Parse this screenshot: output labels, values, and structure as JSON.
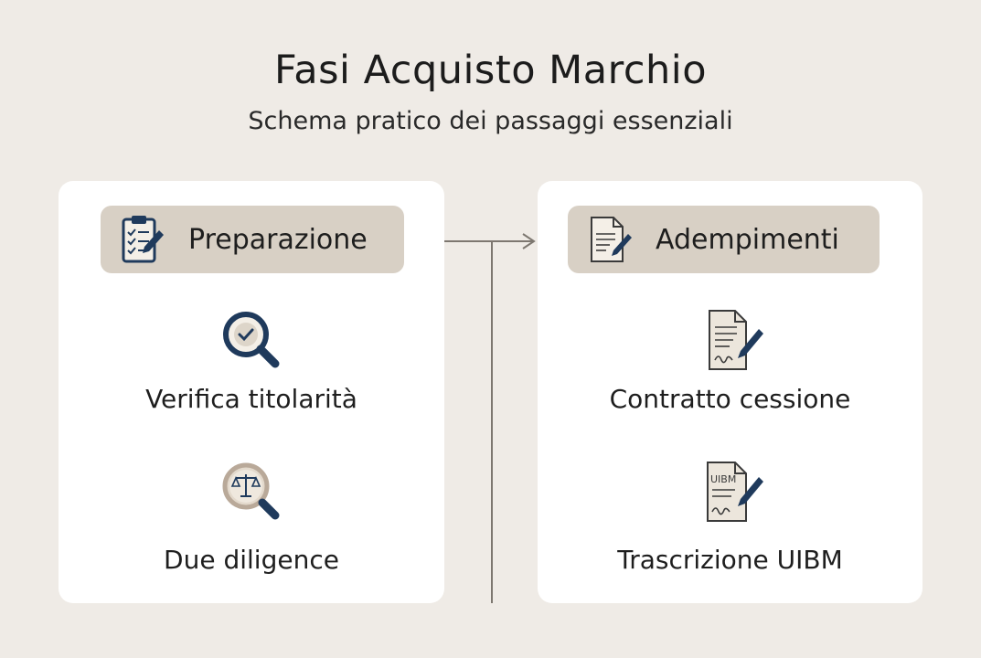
{
  "header": {
    "title": "Fasi Acquisto Marchio",
    "subtitle": "Schema pratico dei passaggi essenziali"
  },
  "columns": [
    {
      "heading": "Preparazione",
      "heading_icon": "clipboard-checklist-icon",
      "steps": [
        {
          "label": "Verifica titolarità",
          "icon": "magnifier-check-icon"
        },
        {
          "label": "Due diligence",
          "icon": "magnifier-scales-icon"
        }
      ]
    },
    {
      "heading": "Adempimenti",
      "heading_icon": "document-pen-icon",
      "steps": [
        {
          "label": "Contratto cessione",
          "icon": "contract-signature-icon"
        },
        {
          "label": "Trascrizione UIBM",
          "icon": "uibm-document-icon",
          "icon_text": "UIBM"
        }
      ]
    }
  ],
  "colors": {
    "background": "#efebe6",
    "card": "#ffffff",
    "pill": "#d8d0c5",
    "icon_navy": "#1f3a5c",
    "paper": "#ece6dc",
    "connector": "#7d7770"
  }
}
